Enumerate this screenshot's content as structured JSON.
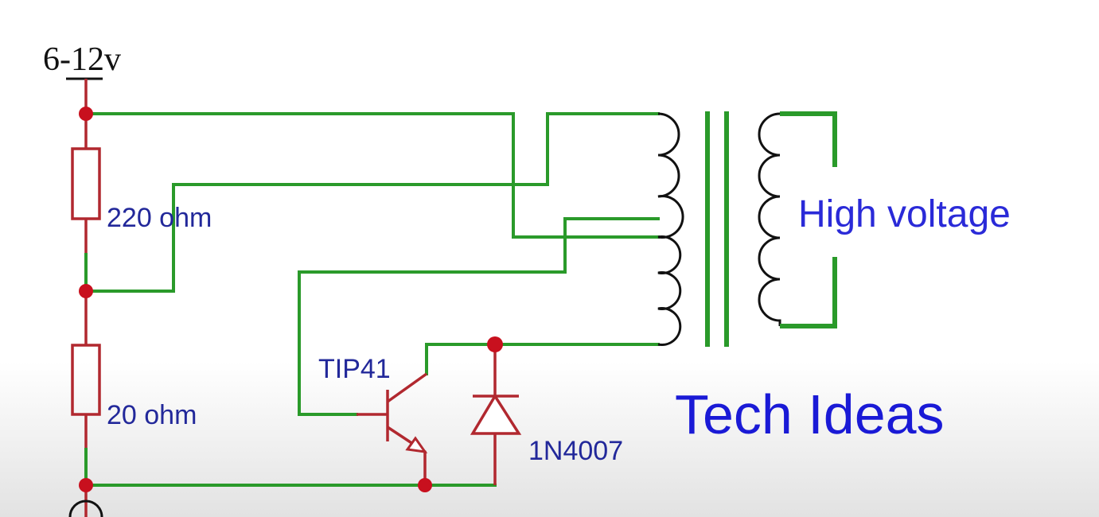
{
  "supply_label": "6-12v",
  "resistor_top_label": "220 ohm",
  "resistor_bottom_label": "20 ohm",
  "transistor_label": "TIP41",
  "diode_label": "1N4007",
  "output_label": "High voltage",
  "brand_label": "Tech Ideas",
  "colors": {
    "wire": "#2a9a2a",
    "component": "#b1282f",
    "junction": "#c8101e",
    "coil": "#111111",
    "label": "#22289a"
  }
}
